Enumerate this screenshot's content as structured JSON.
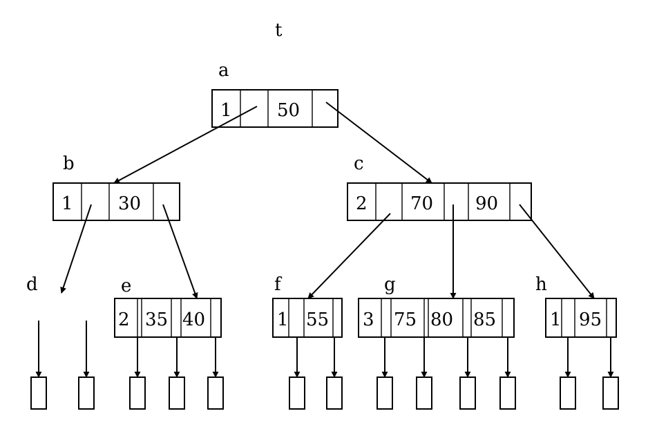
{
  "tree_name": "t",
  "nodes": [
    {
      "id": "a",
      "count": "1",
      "keys": [
        "50"
      ]
    },
    {
      "id": "b",
      "count": "1",
      "keys": [
        "30"
      ]
    },
    {
      "id": "c",
      "count": "2",
      "keys": [
        "70",
        "90"
      ]
    },
    {
      "id": "d",
      "count": "",
      "keys": []
    },
    {
      "id": "e",
      "count": "2",
      "keys": [
        "35",
        "40"
      ]
    },
    {
      "id": "f",
      "count": "1",
      "keys": [
        "55"
      ]
    },
    {
      "id": "g",
      "count": "3",
      "keys": [
        "75",
        "80",
        "85"
      ]
    },
    {
      "id": "h",
      "count": "1",
      "keys": [
        "95"
      ]
    }
  ],
  "edges": [
    {
      "from": "a",
      "to": "b"
    },
    {
      "from": "a",
      "to": "c"
    },
    {
      "from": "b",
      "to": "d"
    },
    {
      "from": "b",
      "to": "e"
    },
    {
      "from": "c",
      "to": "f"
    },
    {
      "from": "c",
      "to": "g"
    },
    {
      "from": "c",
      "to": "h"
    }
  ],
  "leaf_pointers": [
    {
      "node": "d",
      "count": 2
    },
    {
      "node": "e",
      "count": 3
    },
    {
      "node": "f",
      "count": 2
    },
    {
      "node": "g",
      "count": 4
    },
    {
      "node": "h",
      "count": 2
    }
  ]
}
